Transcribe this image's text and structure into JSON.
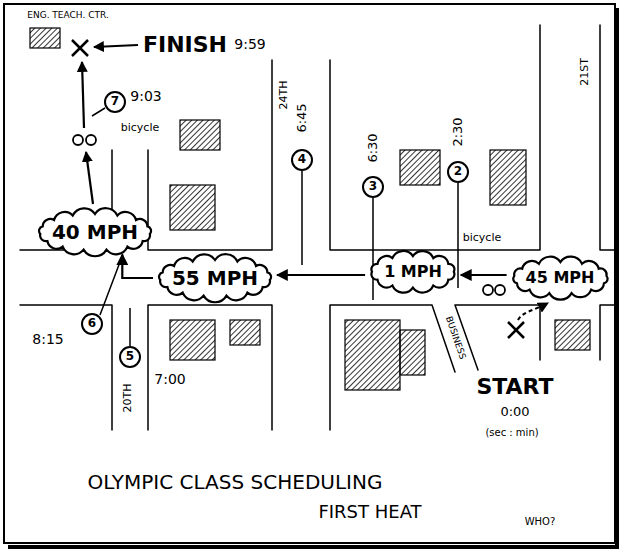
{
  "diagram": {
    "title": "OLYMPIC CLASS SCHEDULING",
    "caption": "FIRST HEAT",
    "nodes": [
      {
        "text": [
          "7"
        ]
      },
      {
        "text": [
          "4"
        ]
      },
      {
        "text": [
          "3"
        ]
      },
      {
        "text": [
          "2"
        ]
      },
      {
        "text": [
          "40 MPH"
        ]
      },
      {
        "text": [
          "1 MPH"
        ]
      },
      {
        "text": [
          "45 MPH"
        ]
      },
      {
        "text": [
          "55 MPH"
        ]
      },
      {
        "text": [
          "6"
        ]
      },
      {
        "text": [
          "5"
        ]
      }
    ],
    "edges": [
      {
        "from": 6,
        "to": 5,
        "arrow": "to"
      },
      {
        "from": 5,
        "to": 7,
        "arrow": "to"
      },
      {
        "from": 7,
        "to": 4,
        "arrow": "to"
      }
    ],
    "labels": [
      "ENG. TEACH. CTR.",
      "FINISH",
      "9:59",
      "9:03",
      "bicycle",
      "6:45",
      "6:30",
      "2:30",
      "21ST",
      "24TH",
      "bicycle",
      "20TH",
      "BUSINESS",
      "8:15",
      "7:00",
      "START",
      "0:00",
      "(sec : min)",
      "WHO?"
    ]
  }
}
